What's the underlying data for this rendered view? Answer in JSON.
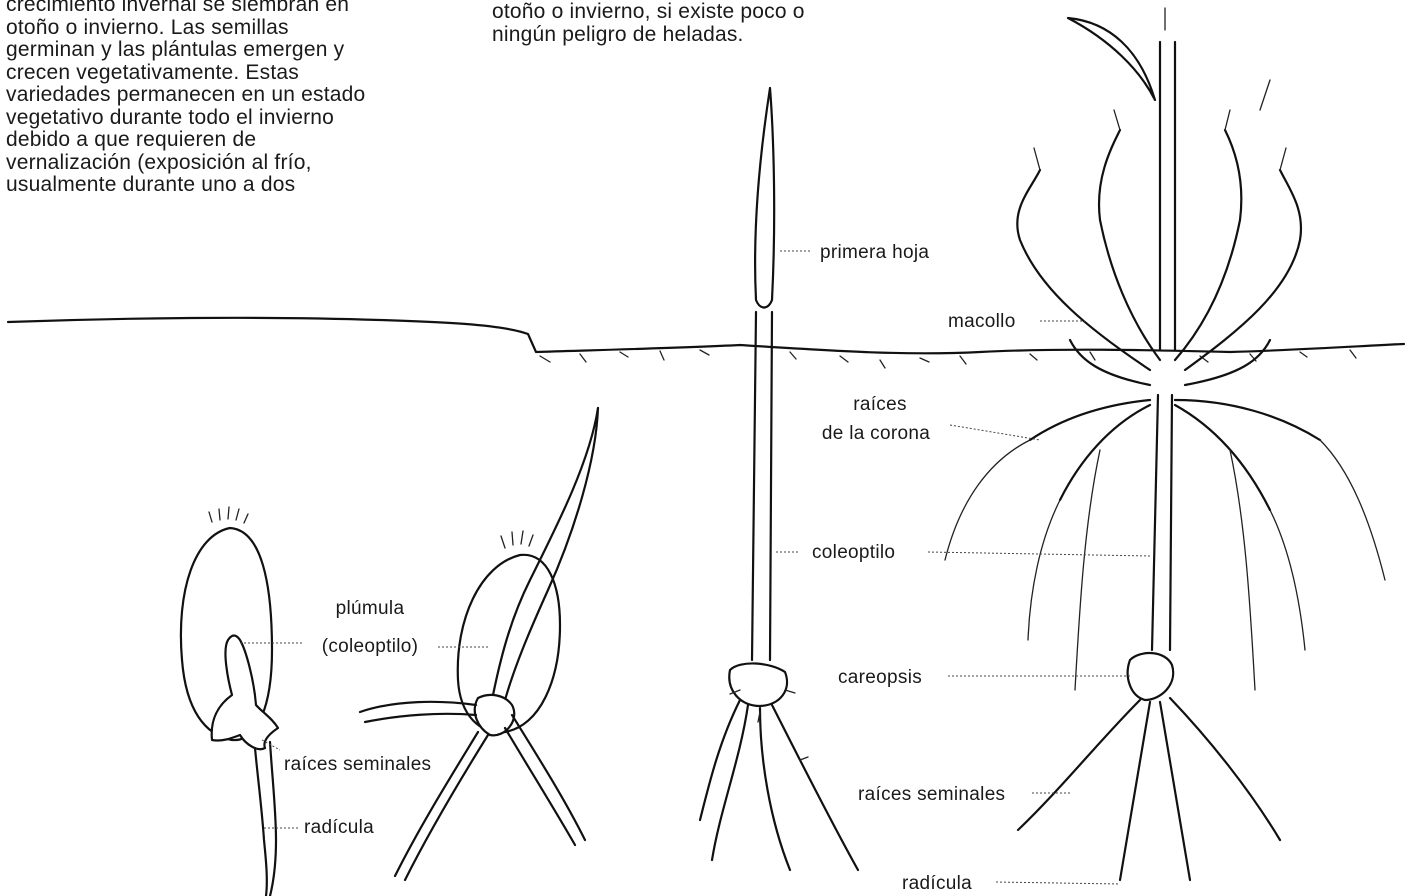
{
  "text": {
    "paragraph_left": [
      "crecimiento invernal se siembran en",
      "otoño o invierno. Las semillas",
      "germinan y las plántulas emergen y",
      "crecen vegetativamente. Estas",
      "variedades permanecen en un estado",
      "vegetativo durante todo el invierno",
      "debido a que requieren de",
      "vernalización (exposición al frío,",
      "usualmente durante uno a dos"
    ],
    "paragraph_right": [
      "otoño o invierno, si existe poco o",
      "ningún peligro de heladas."
    ]
  },
  "labels": {
    "plumula_line1": "plúmula",
    "plumula_line2": "(coleoptilo)",
    "raices_seminales_1": "raíces seminales",
    "radicula_1": "radícula",
    "primera_hoja": "primera hoja",
    "macollo": "macollo",
    "raices_corona_line1": "raíces",
    "raices_corona_line2": "de la corona",
    "coleoptilo": "coleoptilo",
    "careopsis": "careopsis",
    "raices_seminales_2": "raíces seminales",
    "radicula_2": "radícula"
  },
  "colors": {
    "ink": "#111111",
    "background": "#ffffff"
  }
}
